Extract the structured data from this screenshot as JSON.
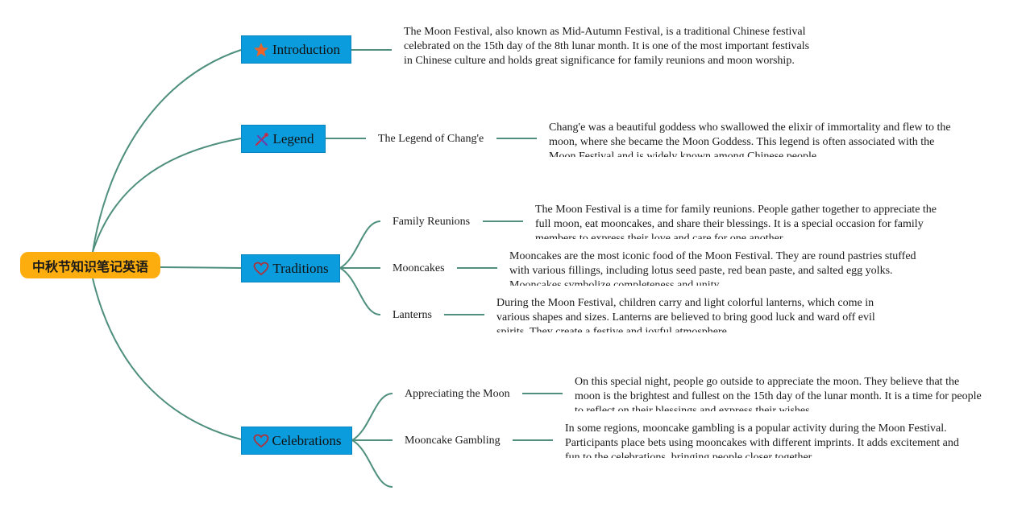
{
  "root": {
    "label": "中秋节知识笔记英语",
    "color": "#FDAE0E"
  },
  "colors": {
    "topic": "#0A9CDD",
    "line": "#4E8F7D"
  },
  "topics": {
    "introduction": {
      "label": "Introduction",
      "icon": "star-icon",
      "note": "The Moon Festival, also known as Mid-Autumn Festival, is a traditional Chinese festival celebrated on the 15th day of the 8th lunar month. It is one of the most important festivals in Chinese culture and holds great significance for family reunions and moon worship."
    },
    "legend": {
      "label": "Legend",
      "icon": "tools-icon",
      "sub": "The Legend of Chang'e",
      "note": "Chang'e was a beautiful goddess who swallowed the elixir of immortality and flew to the moon, where she became the Moon Goddess. This legend is often associated with the Moon Festival and is widely known among Chinese people."
    },
    "traditions": {
      "label": "Traditions",
      "icon": "heart-icon",
      "items": [
        {
          "label": "Family Reunions",
          "note": "The Moon Festival is a time for family reunions. People gather together to appreciate the full moon, eat mooncakes, and share their blessings. It is a special occasion for family members to express their love and care for one another."
        },
        {
          "label": "Mooncakes",
          "note": "Mooncakes are the most iconic food of the Moon Festival. They are round pastries stuffed with various fillings, including lotus seed paste, red bean paste, and salted egg yolks. Mooncakes symbolize completeness and unity."
        },
        {
          "label": "Lanterns",
          "note": "During the Moon Festival, children carry and light colorful lanterns, which come in various shapes and sizes. Lanterns are believed to bring good luck and ward off evil spirits. They create a festive and joyful atmosphere."
        }
      ]
    },
    "celebrations": {
      "label": "Celebrations",
      "icon": "heart-icon",
      "items": [
        {
          "label": "Appreciating the Moon",
          "note": "On this special night, people go outside to appreciate the moon. They believe that the moon is the brightest and fullest on the 15th day of the lunar month. It is a time for people to reflect on their blessings and express their wishes."
        },
        {
          "label": "Mooncake Gambling",
          "note": "In some regions, mooncake gambling is a popular activity during the Moon Festival. Participants place bets using mooncakes with different imprints. It adds excitement and fun to the celebrations, bringing people closer together."
        }
      ]
    }
  }
}
